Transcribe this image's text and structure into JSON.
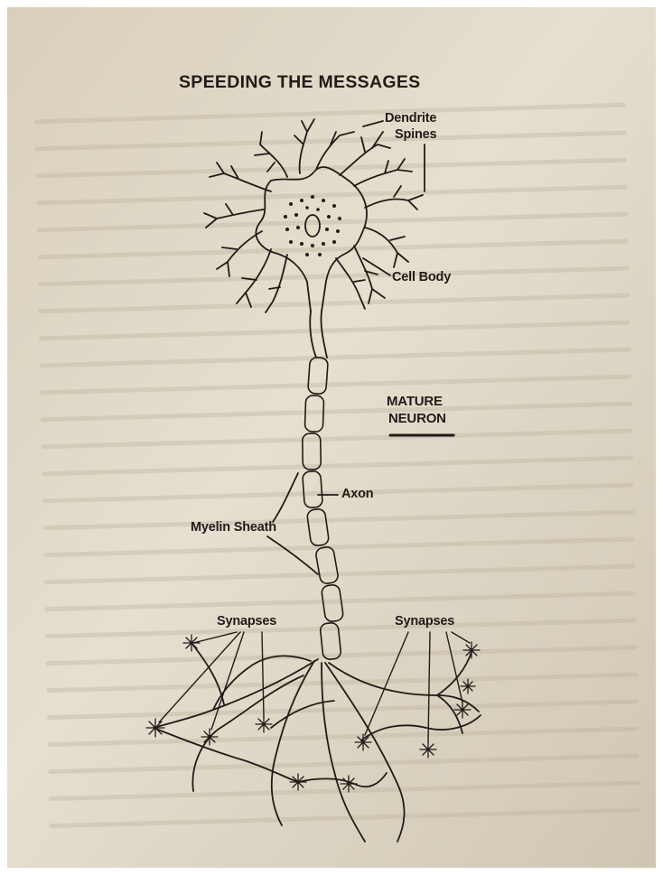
{
  "diagram": {
    "title": "SPEEDING THE MESSAGES",
    "labels": {
      "dendrite": "Dendrite",
      "spines": "Spines",
      "cell_body": "Cell Body",
      "mature_line1": "MATURE",
      "mature_line2": "NEURON",
      "axon": "Axon",
      "myelin_sheath": "Myelin Sheath",
      "synapses_left": "Synapses",
      "synapses_right": "Synapses"
    }
  },
  "colors": {
    "paper": "#e3dccb",
    "ink": "#1f1c19"
  }
}
